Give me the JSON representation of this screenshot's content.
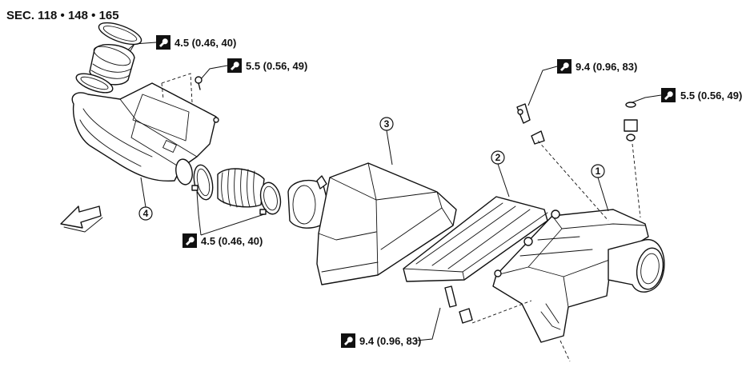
{
  "section_label": "SEC. 118 • 148 • 165",
  "torque_labels": [
    {
      "id": "t1",
      "text": "4.5 (0.46, 40)"
    },
    {
      "id": "t2",
      "text": "5.5 (0.56, 49)"
    },
    {
      "id": "t3",
      "text": "9.4 (0.96, 83)"
    },
    {
      "id": "t4",
      "text": "5.5 (0.56, 49)"
    },
    {
      "id": "t5",
      "text": "4.5 (0.46, 40)"
    },
    {
      "id": "t6",
      "text": "9.4 (0.96, 83)"
    }
  ],
  "callouts": [
    "1",
    "2",
    "3",
    "4"
  ],
  "icons": {
    "torque": "torque-wrench-icon",
    "front": "front-direction-arrow-icon"
  }
}
